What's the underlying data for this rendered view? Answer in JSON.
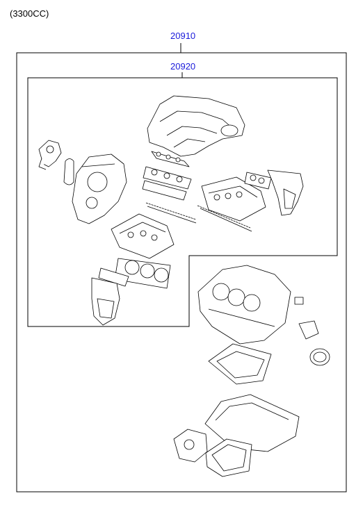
{
  "diagram": {
    "engine_label": "(3300CC)",
    "callouts": [
      {
        "id": "20910",
        "label": "20910"
      },
      {
        "id": "20920",
        "label": "20920"
      }
    ],
    "colors": {
      "callout_text": "#1a1adb",
      "line": "#000000",
      "background": "#ffffff"
    }
  }
}
